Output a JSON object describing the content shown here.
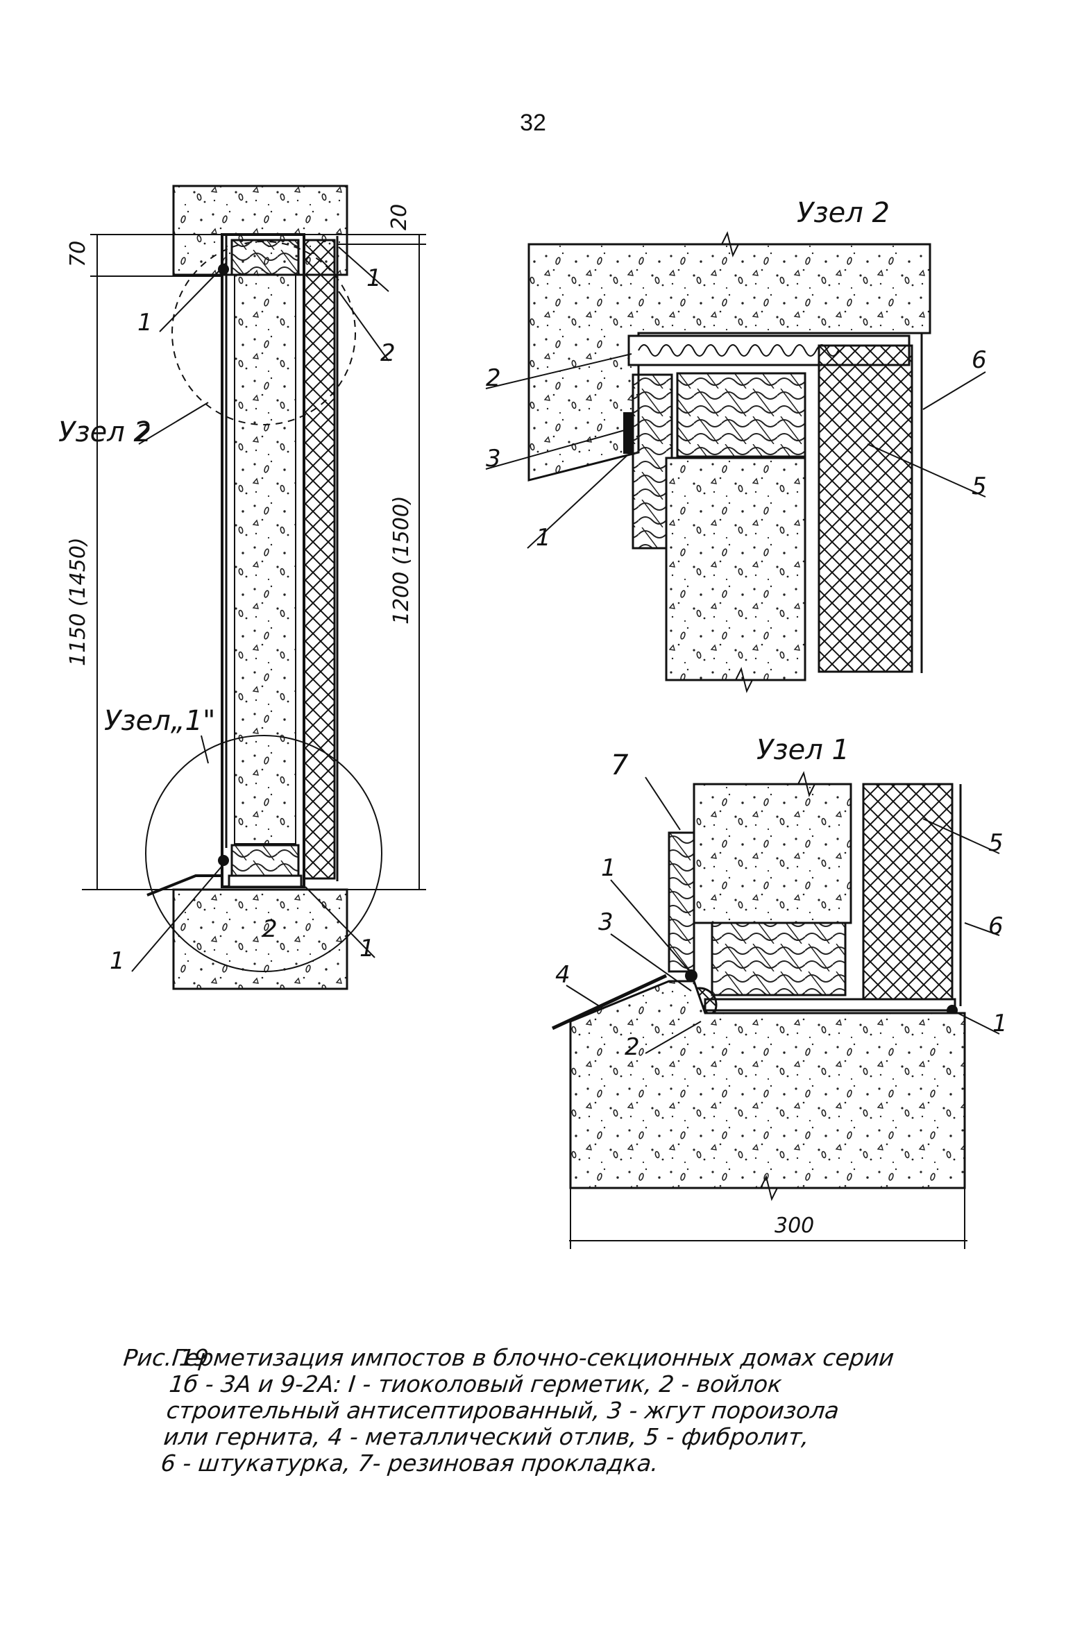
{
  "page_number": "32",
  "overview": {
    "dim_70": "70",
    "dim_20": "20",
    "dim_left": "1150 (1450)",
    "dim_right": "1200 (1500)",
    "node2_label": "Узел 2",
    "node1_label": "Узел„1\"",
    "callout_1a": "1",
    "callout_1b": "1",
    "callout_1c": "1",
    "callout_1d": "1",
    "callout_2a": "2",
    "callout_2b": "2"
  },
  "detail_node2": {
    "title": "Узел 2",
    "c2": "2",
    "c3": "3",
    "c1": "1",
    "c6": "6",
    "c5": "5"
  },
  "detail_node1": {
    "title": "Узел 1",
    "c7": "7",
    "c1a": "1",
    "c3": "3",
    "c4": "4",
    "c2": "2",
    "c5": "5",
    "c6": "6",
    "c1b": "1",
    "dim_300": "300"
  },
  "caption": {
    "figure": "Рис. 19",
    "lines": [
      "Герметизация импостов в блочно-секционных домах серии",
      "1б - 3А и 9-2А: I - тиоколовый герметик, 2 - войлок",
      "строительный антисептированный, 3 - жгут пороизола",
      "или гернита, 4 - металлический отлив, 5 - фибролит,",
      "6 - штукатурка, 7- резиновая прокладка."
    ]
  }
}
